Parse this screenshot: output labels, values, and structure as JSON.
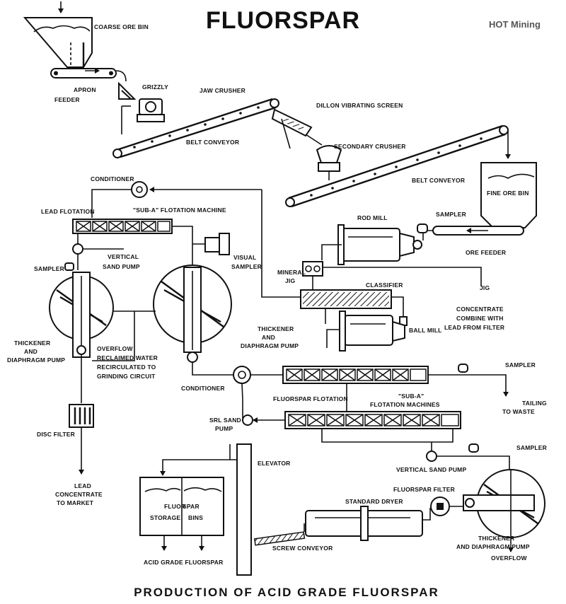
{
  "header": {
    "title": "FLUORSPAR",
    "brand": "HOT Mining",
    "caption": "PRODUCTION OF ACID GRADE FLUORSPAR"
  },
  "labels": {
    "coarse_ore_bin": "COARSE ORE BIN",
    "apron": "APRON",
    "feeder": "FEEDER",
    "grizzly": "GRIZZLY",
    "jaw_crusher": "JAW CRUSHER",
    "dillon_screen": "DILLON VIBRATING SCREEN",
    "belt_conveyor_1": "BELT CONVEYOR",
    "secondary_crusher": "SECONDARY CRUSHER",
    "belt_conveyor_2": "BELT CONVEYOR",
    "conditioner_top": "CONDITIONER",
    "lead_flotation": "LEAD FLOTATION",
    "sub_a_machine": "\"SUB-A\" FLOTATION MACHINE",
    "fine_ore_bin": "FINE ORE BIN",
    "sampler_top": "SAMPLER",
    "rod_mill": "ROD MILL",
    "ore_feeder": "ORE FEEDER",
    "vertical": "VERTICAL",
    "sand_pump": "SAND PUMP",
    "visual": "VISUAL",
    "sampler_visual": "SAMPLER",
    "sampler_left": "SAMPLER",
    "mineral": "MINERAL",
    "jig": "JIG",
    "classifier": "CLASSIFIER",
    "jig_right": "JIG",
    "concentrate": "CONCENTRATE",
    "combine": "COMBINE WITH",
    "lead_from_filter": "LEAD FROM FILTER",
    "thickener_mid": "THICKENER",
    "and_mid": "AND",
    "diaphragm_mid": "DIAPHRAGM PUMP",
    "ball_mill": "BALL MILL",
    "thickener_left": "THICKENER",
    "and_left": "AND",
    "diaphragm_left": "DIAPHRAGM PUMP",
    "overflow_1": "OVERFLOW",
    "reclaimed": "RECLAIMED WATER",
    "recirculated": "RECIRCULATED TO",
    "grinding": "GRINDING CIRCUIT",
    "conditioner_mid": "CONDITIONER",
    "fluorspar_flotation": "FLUORSPAR FLOTATION",
    "sampler_right": "SAMPLER",
    "sub_a_2": "\"SUB-A\"",
    "flotation_machines": "FLOTATION MACHINES",
    "tailing": "TAILING",
    "to_waste": "TO WASTE",
    "srl": "SRL SAND",
    "pump": "PUMP",
    "disc_filter": "DISC FILTER",
    "elevator": "ELEVATOR",
    "sampler_low": "SAMPLER",
    "vertical_sand_pump": "VERTICAL SAND PUMP",
    "lead": "LEAD",
    "concentrate_lead": "CONCENTRATE",
    "to_market": "TO MARKET",
    "fluorspar_filter": "FLUORSPAR FILTER",
    "standard_dryer": "STANDARD DRYER",
    "bin_fluor": "FLUOR",
    "bin_spar": "SPAR",
    "bin_storage": "STORAGE",
    "bin_bins": "BINS",
    "thickener_right": "THICKENER",
    "diaphragm_right": "AND DIAPHRAGM PUMP",
    "screw_conveyor": "SCREW CONVEYOR",
    "acid_grade": "ACID GRADE FLUORSPAR",
    "overflow_2": "OVERFLOW"
  }
}
